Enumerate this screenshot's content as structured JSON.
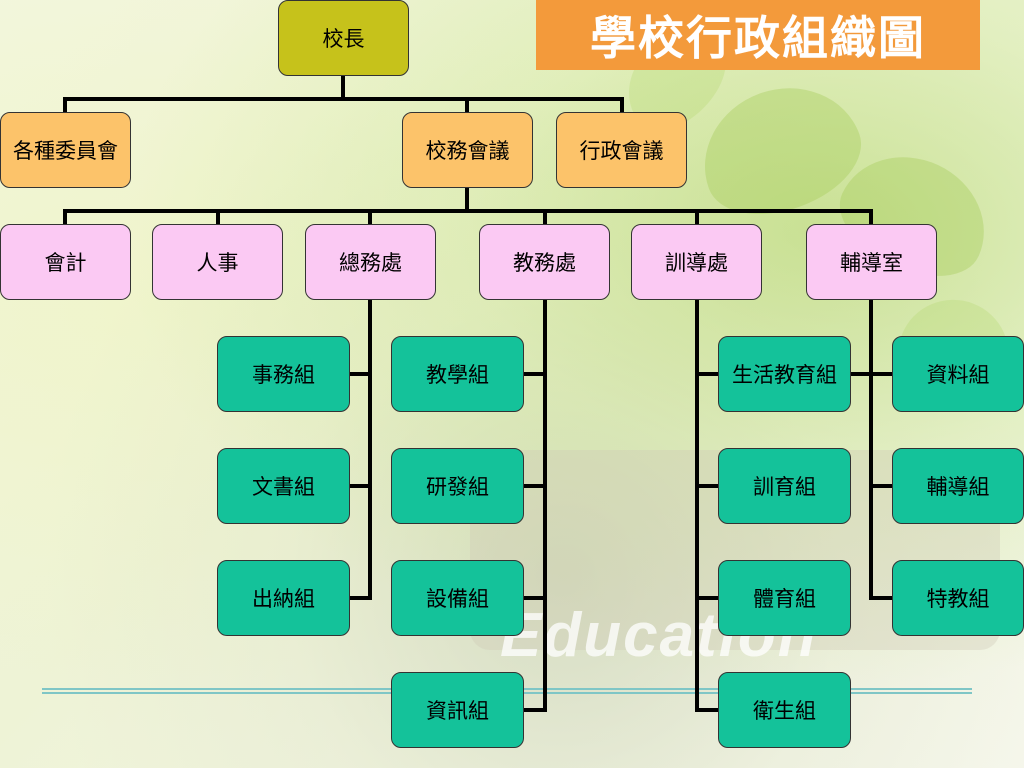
{
  "title": "學校行政組織圖",
  "watermark": "Education",
  "colors": {
    "title_bg": "#f39a3b",
    "top": "#c6c21b",
    "council": "#fcc36a",
    "office": "#fbc9f3",
    "section": "#14c29a",
    "connector": "#000000"
  },
  "nodes": {
    "principal": "校長",
    "committees": "各種委員會",
    "school_affairs_meeting": "校務會議",
    "admin_meeting": "行政會議",
    "accounting": "會計",
    "personnel": "人事",
    "general_affairs": "總務處",
    "academic_affairs": "教務處",
    "student_affairs": "訓導處",
    "counseling": "輔導室",
    "ga_sections": [
      "事務組",
      "文書組",
      "出納組"
    ],
    "aa_sections": [
      "教學組",
      "研發組",
      "設備組",
      "資訊組"
    ],
    "sa_sections": [
      "生活教育組",
      "訓育組",
      "體育組",
      "衛生組"
    ],
    "co_sections": [
      "資料組",
      "輔導組",
      "特教組"
    ]
  }
}
